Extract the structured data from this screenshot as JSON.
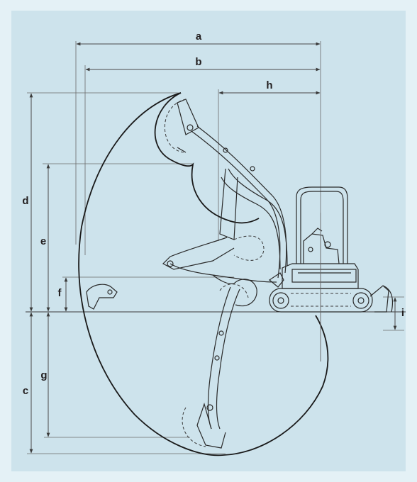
{
  "colors": {
    "page_background": "#e4f1f6",
    "panel_background": "#cde3ec",
    "line": "#231f20"
  },
  "labels": {
    "a": "a",
    "b": "b",
    "c": "c",
    "d": "d",
    "e": "e",
    "f": "f",
    "g": "g",
    "h": "h",
    "i": "i"
  }
}
